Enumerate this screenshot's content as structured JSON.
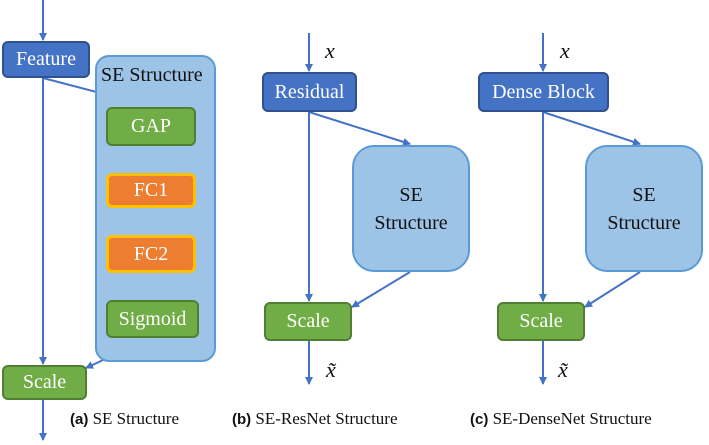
{
  "panel_a": {
    "feature": "Feature",
    "se_title": "SE Structure",
    "gap": "GAP",
    "fc1": "FC1",
    "fc2": "FC2",
    "sigmoid": "Sigmoid",
    "scale": "Scale",
    "caption_tag": "(a)",
    "caption_text": "SE Structure"
  },
  "panel_b": {
    "input": "x",
    "block": "Residual",
    "se_line1": "SE",
    "se_line2": "Structure",
    "scale": "Scale",
    "output": "x̃",
    "caption_tag": "(b)",
    "caption_text": "SE-ResNet Structure"
  },
  "panel_c": {
    "input": "x",
    "block": "Dense Block",
    "se_line1": "SE",
    "se_line2": "Structure",
    "scale": "Scale",
    "output": "x̃",
    "caption_tag": "(c)",
    "caption_text": "SE-DenseNet Structure"
  },
  "colors": {
    "arrow": "#4472c4",
    "blue_box": "#4472c4",
    "green_box": "#70ad47",
    "orange_box": "#ed7d31",
    "orange_border": "#ffc000",
    "light_panel": "#9dc3e6"
  }
}
